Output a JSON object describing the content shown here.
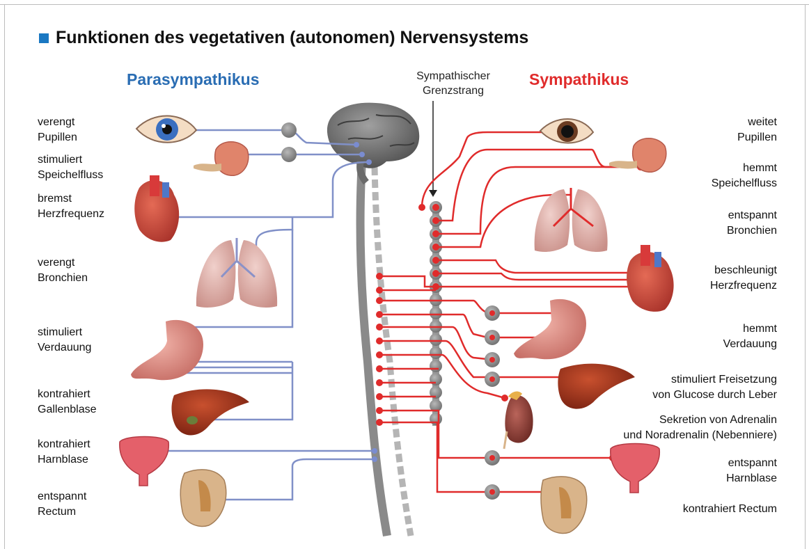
{
  "title": "Funktionen des vegetativen (autonomen) Nervensystems",
  "parasympathetic": {
    "heading": "Parasympathikus",
    "labels": {
      "pupils": "verengt\nPupillen",
      "saliva": "stimuliert\nSpeichelfluss",
      "heart": "bremst\nHerzfrequenz",
      "bronchi": "verengt\nBronchien",
      "digestion": "stimuliert\nVerdauung",
      "gallbladder": "kontrahiert\nGallenblase",
      "bladder": "kontrahiert\nHarnblase",
      "rectum": "entspannt\nRectum"
    }
  },
  "sympathetic": {
    "heading": "Sympathikus",
    "chain_label": "Sympathischer\nGrenzstrang",
    "labels": {
      "pupils": "weitet\nPupillen",
      "saliva": "hemmt\nSpeichelfluss",
      "bronchi": "entspannt\nBronchien",
      "heart": "beschleunigt\nHerzfrequenz",
      "digestion": "hemmt\nVerdauung",
      "liver": "stimuliert Freisetzung\nvon Glucose durch Leber",
      "adrenal": "Sekretion von Adrenalin\nund Noradrenalin (Nebenniere)",
      "bladder": "entspannt\nHarnblase",
      "rectum": "kontrahiert Rectum"
    }
  },
  "colors": {
    "title_square": "#1a78c2",
    "parasympathetic": "#2a6db3",
    "parasympathetic_nerve": "#8090c8",
    "sympathetic": "#e02b2b",
    "ganglion": "#8a8a8a",
    "brain": "#6e6e6e",
    "organ_red": "#c8453a",
    "lung_pink": "#e2b3ae"
  }
}
